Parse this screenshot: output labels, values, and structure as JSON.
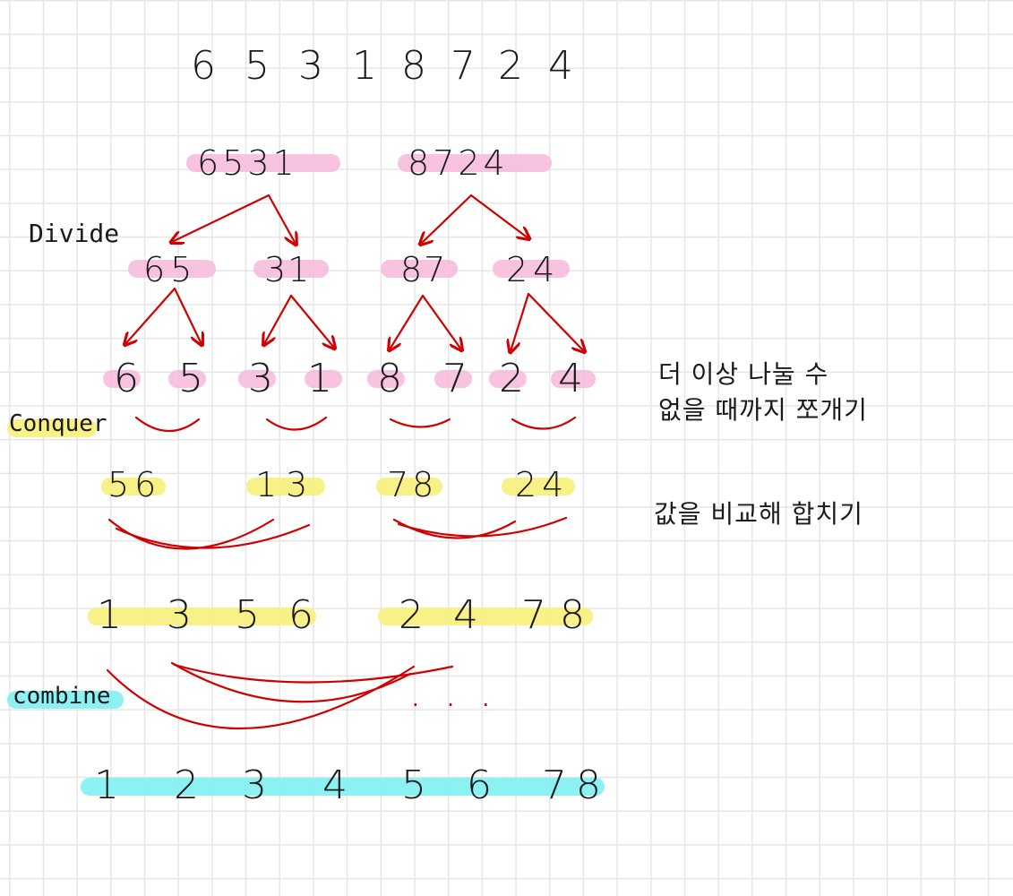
{
  "sequence": {
    "top": [
      "6",
      "5",
      "3",
      "1",
      "8",
      "7",
      "2",
      "4"
    ],
    "halves": [
      "6531",
      "8724"
    ],
    "quarters": [
      "65",
      "31",
      "87",
      "24"
    ],
    "singles": [
      "6",
      "5",
      "3",
      "1",
      "8",
      "7",
      "2",
      "4"
    ],
    "sorted_pairs": [
      "56",
      "13",
      "78",
      "24"
    ],
    "sorted_quads": [
      [
        "1",
        "3",
        "5",
        "6"
      ],
      [
        "2",
        "4",
        "7",
        "8"
      ]
    ],
    "final": [
      "1",
      "2",
      "3",
      "4",
      "5",
      "6",
      "7",
      "8"
    ]
  },
  "labels": {
    "divide": "Divide",
    "conquer": "Conquer",
    "combine": "combine",
    "ellipsis": ". . ."
  },
  "notes": {
    "divide_note_line1": "더 이상 나눌 수",
    "divide_note_line2": "없을 때까지 쪼개기",
    "conquer_note": "값을 비교해 합치기"
  },
  "colors": {
    "divide_highlight": "#f7b8dc",
    "conquer_highlight": "#f6f07a",
    "combine_highlight": "#7ef0f2",
    "arrow": "#d00000"
  }
}
